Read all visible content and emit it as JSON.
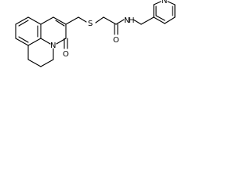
{
  "molecule": {
    "atom_labels": {
      "oxygen_carbonyl_ring": "O",
      "nitrogen_ring": "N",
      "sulfur": "S",
      "oxygen_amide": "O",
      "nitrogen_amide_label": "N",
      "hydrogen_amide": "H",
      "nitrogen_pyridine": "N"
    }
  },
  "colors": {
    "bond": "#000000",
    "background": "#ffffff"
  }
}
